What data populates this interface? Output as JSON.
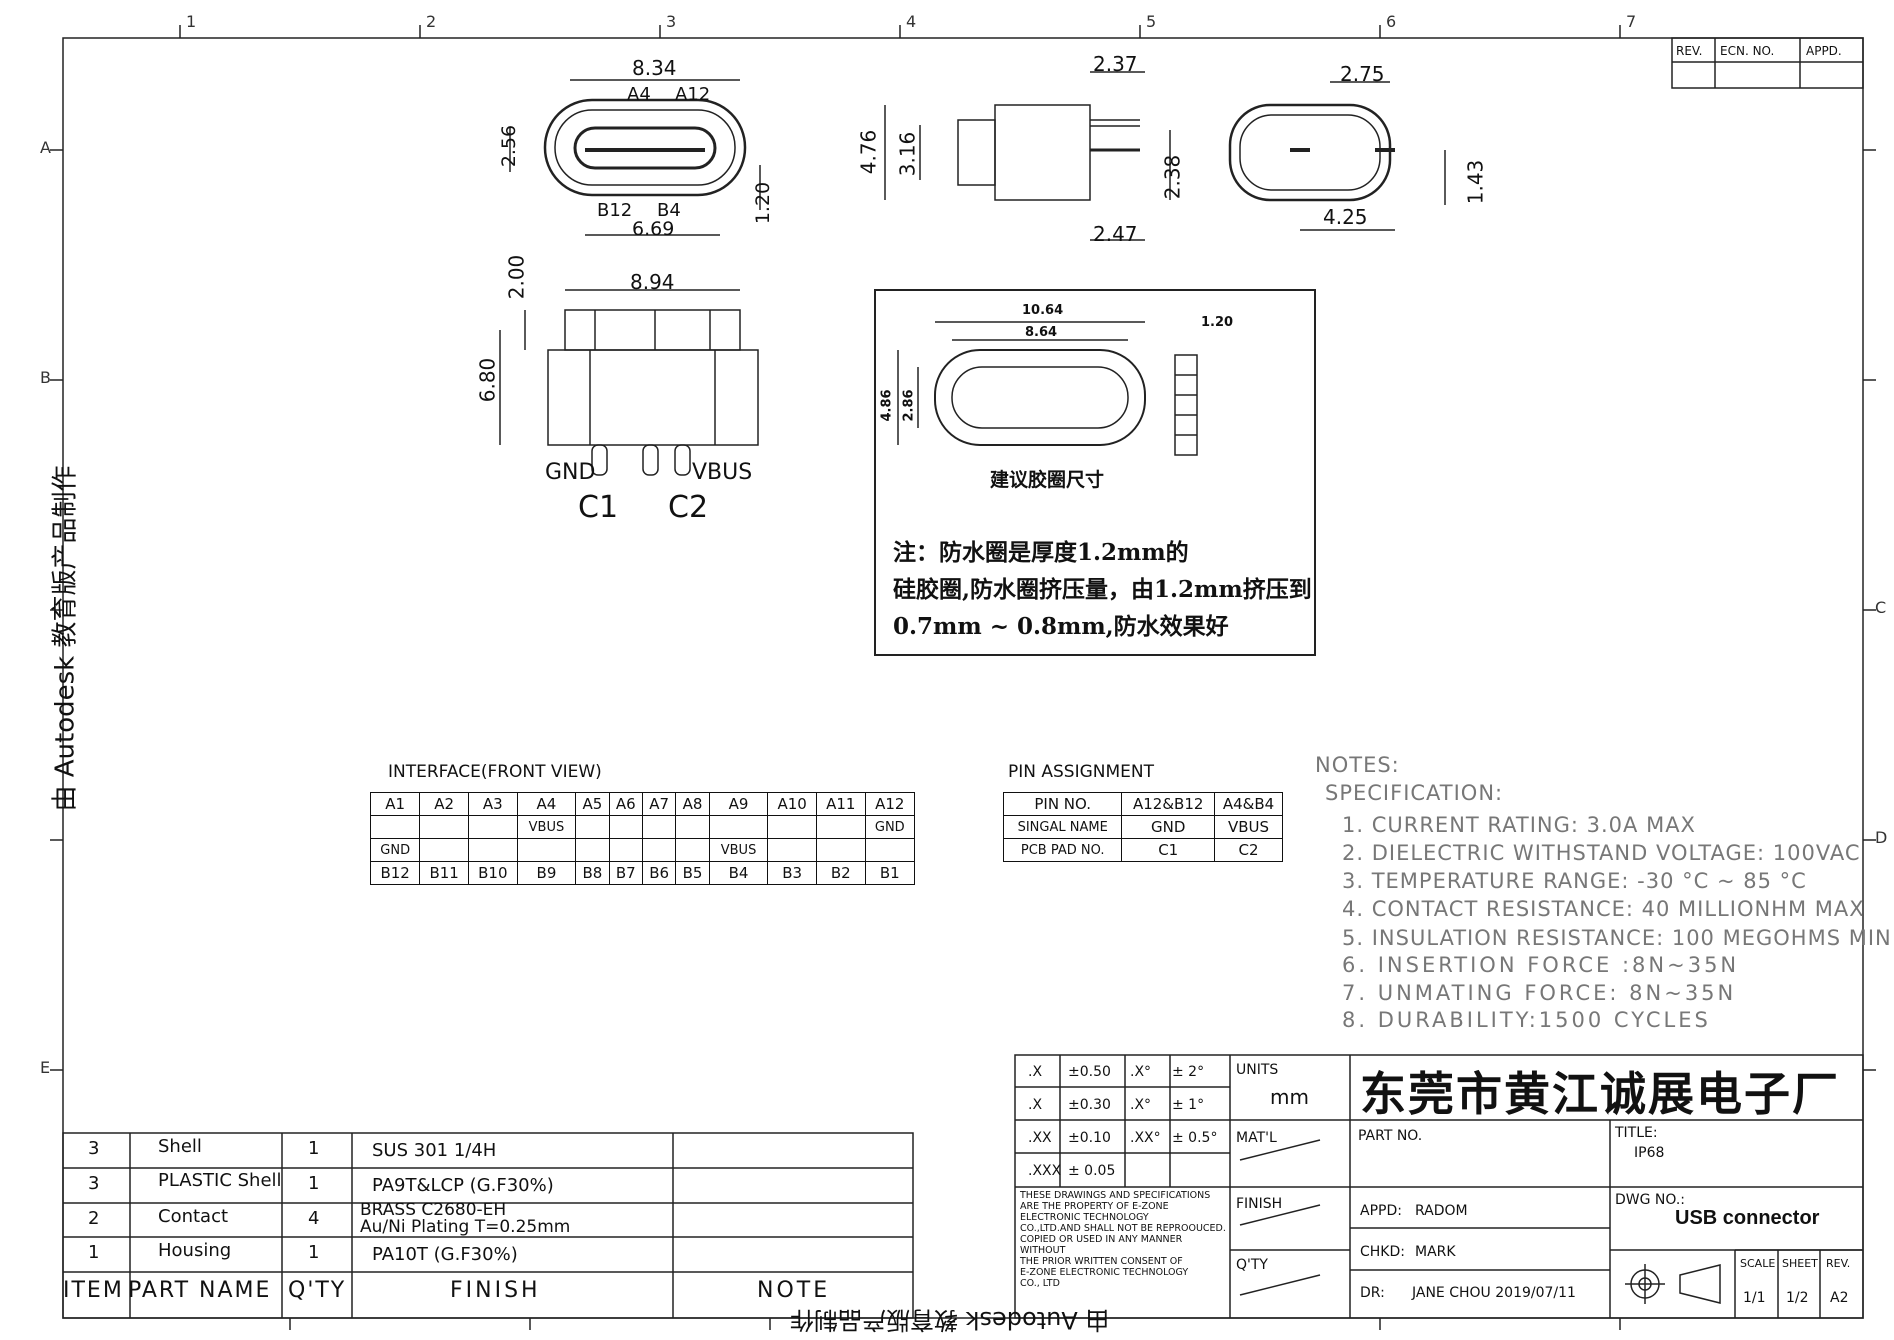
{
  "grid": {
    "columns": [
      "1",
      "2",
      "3",
      "4",
      "5",
      "6",
      "7"
    ],
    "rows": [
      "A",
      "B",
      "C",
      "D",
      "E"
    ]
  },
  "watermark": {
    "side_text": "由 Autodesk 教育版产品制作",
    "bottom_text": "由 Autodesk 教育版产品制作"
  },
  "revision_block": {
    "headers": [
      "REV.",
      "ECN. NO.",
      "APPD."
    ]
  },
  "dimensions": {
    "front_top": [
      "8.34",
      "A4",
      "A12",
      "2.56",
      "B12",
      "B4",
      "6.69",
      "1.20"
    ],
    "side_top": [
      "2.37",
      "4.76",
      "3.16",
      "2.38",
      "2.47"
    ],
    "right_top": [
      "2.75",
      "1.43",
      "4.25"
    ],
    "front_bottom": [
      "2.00",
      "8.94",
      "6.80"
    ],
    "pins": [
      "GND",
      "VBUS",
      "C1",
      "C2"
    ],
    "gasket": [
      "10.64",
      "8.64",
      "4.86",
      "2.86",
      "1.20"
    ],
    "gasket_caption": "建议胶圈尺寸"
  },
  "gasket_note": [
    "注：防水圈是厚度1.2mm的",
    "硅胶圈,防水圈挤压量，由1.2mm挤压到",
    "0.7mm ~ 0.8mm,防水效果好"
  ],
  "interface_table": {
    "title": "INTERFACE(FRONT VIEW)",
    "top_row": [
      "A1",
      "A2",
      "A3",
      "A4",
      "A5",
      "A6",
      "A7",
      "A8",
      "A9",
      "A10",
      "A11",
      "A12"
    ],
    "row2": [
      "",
      "",
      "",
      "VBUS",
      "",
      "",
      "",
      "",
      "",
      "",
      "",
      "GND"
    ],
    "row3": [
      "GND",
      "",
      "",
      "",
      "",
      "",
      "",
      "",
      "VBUS",
      "",
      "",
      ""
    ],
    "bottom_row": [
      "B12",
      "B11",
      "B10",
      "B9",
      "B8",
      "B7",
      "B6",
      "B5",
      "B4",
      "B3",
      "B2",
      "B1"
    ]
  },
  "pin_assignment": {
    "title": "PIN ASSIGNMENT",
    "headers": [
      "PIN NO.",
      "A12&B12",
      "A4&B4"
    ],
    "rows": [
      [
        "SINGAL NAME",
        "GND",
        "VBUS"
      ],
      [
        "PCB PAD NO.",
        "C1",
        "C2"
      ]
    ]
  },
  "notes": {
    "title": "NOTES:",
    "subtitle": "SPECIFICATION:",
    "items": [
      "1. CURRENT RATING: 3.0A MAX",
      "2. DIELECTRIC WITHSTAND VOLTAGE: 100VAC",
      "3. TEMPERATURE RANGE: -30 °C ~ 85 °C",
      "4. CONTACT RESISTANCE: 40 MILLIONHM MAX",
      "5. INSULATION RESISTANCE: 100 MEGOHMS MIN.",
      "6. INSERTION FORCE :8N~35N",
      "7. UNMATING FORCE: 8N~35N",
      "8. DURABILITY:1500 CYCLES"
    ]
  },
  "bom": {
    "headers": [
      "ITEM",
      "PART NAME",
      "Q'TY",
      "FINISH",
      "NOTE"
    ],
    "rows": [
      {
        "item": "3",
        "name": "Shell",
        "qty": "1",
        "finish": "SUS 301 1/4H",
        "finish2": ""
      },
      {
        "item": "3",
        "name": "PLASTIC Shell",
        "qty": "1",
        "finish": "PA9T&LCP (G.F30%)",
        "finish2": ""
      },
      {
        "item": "2",
        "name": "Contact",
        "qty": "4",
        "finish": "BRASS C2680-EH",
        "finish2": "Au/Ni  Plating  T=0.25mm"
      },
      {
        "item": "1",
        "name": "Housing",
        "qty": "1",
        "finish": "PA10T (G.F30%)",
        "finish2": ""
      }
    ]
  },
  "title_block": {
    "tolerances": [
      [
        ".X",
        "±0.50",
        ".X°",
        "± 2°"
      ],
      [
        ".X",
        "±0.30",
        ".X°",
        "± 1°"
      ],
      [
        ".XX",
        "±0.10",
        ".XX°",
        "± 0.5°"
      ],
      [
        ".XXX",
        "± 0.05",
        "",
        ""
      ]
    ],
    "units_label": "UNITS",
    "units_value": "mm",
    "matl_label": "MAT'L",
    "finish_label": "FINISH",
    "qty_label": "Q'TY",
    "company": "东莞市黄江诚展电子厂",
    "part_no_label": "PART NO.",
    "title_label": "TITLE:",
    "title_value": "IP68",
    "appd_label": "APPD:",
    "appd_value": "RADOM",
    "chkd_label": "CHKD:",
    "chkd_value": "MARK",
    "dr_label": "DR:",
    "dr_value": "JANE CHOU 2019/07/11",
    "dwg_label": "DWG NO.:",
    "dwg_value": "USB connector",
    "scale_label": "SCALE",
    "scale_value": "1/1",
    "sheet_label": "SHEET",
    "sheet_value": "1/2",
    "rev_label": "REV.",
    "rev_value": "A2",
    "disclaimer": [
      "THESE DRAWINGS AND SPECIFICATIONS",
      "ARE THE PROPERTY OF E-ZONE",
      "ELECTRONIC TECHNOLOGY",
      "CO.,LTD.AND SHALL NOT BE REPROOUCED.",
      "COPIED OR USED IN ANY MANNER WITHOUT",
      "THE PRIOR WRITTEN CONSENT OF",
      "E-ZONE ELECTRONIC TECHNOLOGY",
      "CO., LTD"
    ]
  }
}
